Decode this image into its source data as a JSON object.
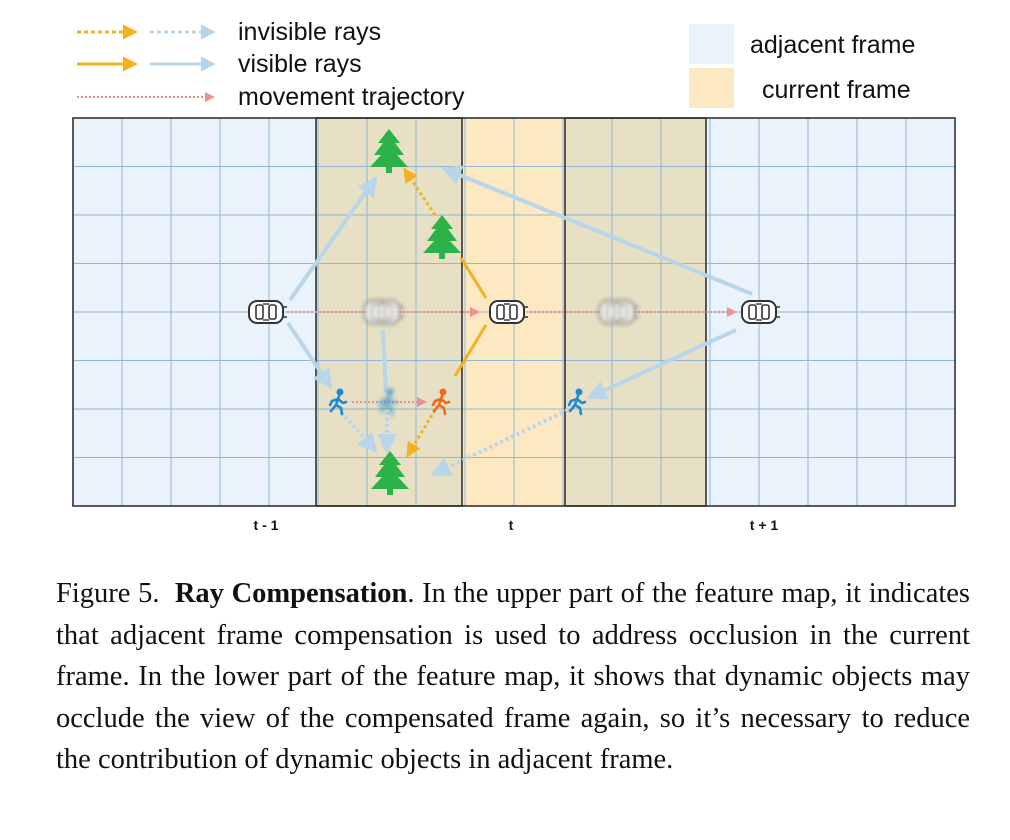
{
  "legend": {
    "invisible_rays": "invisible rays",
    "visible_rays": "visible rays",
    "movement_trajectory": "movement trajectory",
    "adjacent_frame": "adjacent frame",
    "current_frame": "current frame"
  },
  "colors": {
    "grid_line": "#8fb6d6",
    "adjacent_fill": "#eaf2fb",
    "current_fill": "#fce9c2",
    "compensated_fill": "#e7e0c4",
    "orange_ray": "#f4b01e",
    "blue_ray": "#b9d5ea",
    "trajectory": "#ef8f8f",
    "tree": "#2bb34a",
    "pedestrian_blue": "#1e8ad6",
    "pedestrian_orange": "#f06a1d"
  },
  "axis_labels": [
    "t - 1",
    "t",
    "t + 1"
  ],
  "caption": {
    "figure_label": "Figure 5.",
    "title": "Ray Compensation",
    "body": ". In the upper part of the feature map, it indicates that adjacent frame compensation is used to address occlusion in the current frame. In the lower part of the feature map, it shows that dynamic objects may occlude the view of the compensated frame again, so it’s necessary to reduce the contribution of dynamic objects in adjacent frame."
  }
}
